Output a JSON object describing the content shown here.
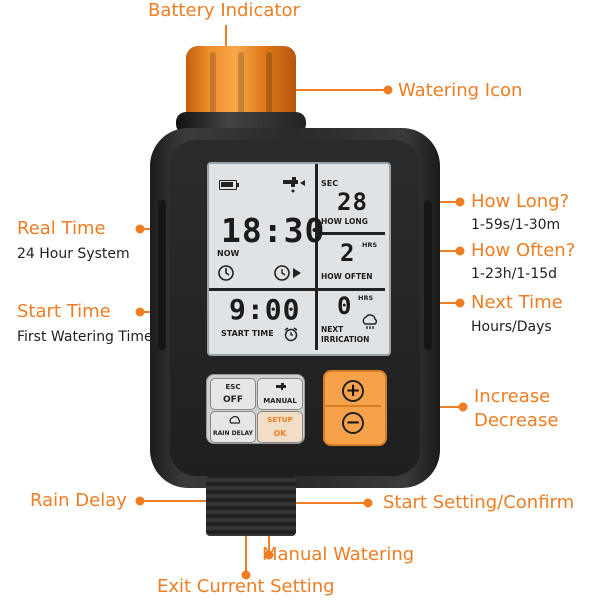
{
  "callouts": {
    "battery": "Battery Indicator",
    "watering_icon": "Watering Icon",
    "real_time": "Real Time",
    "real_time_sub": "24 Hour System",
    "how_long": "How Long?",
    "how_long_sub": "1-59s/1-30m",
    "how_often": "How Often?",
    "how_often_sub": "1-23h/1-15d",
    "start_time": "Start Time",
    "start_time_sub": "First Watering Time",
    "next_time": "Next Time",
    "next_time_sub": "Hours/Days",
    "increase": "Increase",
    "decrease": "Decrease",
    "rain_delay": "Rain Delay",
    "start_setting": "Start Setting/Confirm",
    "manual_watering": "Manual Watering",
    "exit_setting": "Exit Current Setting"
  },
  "lcd": {
    "clock": "18:30",
    "now": "NOW",
    "start_time_value": "9:00",
    "start_time_label": "START TIME",
    "sec": "SEC",
    "how_long_value": "28",
    "how_long_label": "HOW LONG",
    "how_often_value": "2",
    "how_often_unit": "HRS",
    "how_often_label": "HOW OFTEN",
    "next_value": "0",
    "next_unit": "HRS",
    "next_label_1": "NEXT",
    "next_label_2": "IRRICATION"
  },
  "buttons": {
    "esc": "ESC",
    "off": "OFF",
    "manual": "MANUAL",
    "rain_delay": "RAIN DELAY",
    "setup": "SETUP",
    "ok": "OK",
    "plus": "+",
    "minus": "−"
  },
  "colors": {
    "accent": "#ee7d23",
    "lcd_bg": "#dfe3e6"
  }
}
